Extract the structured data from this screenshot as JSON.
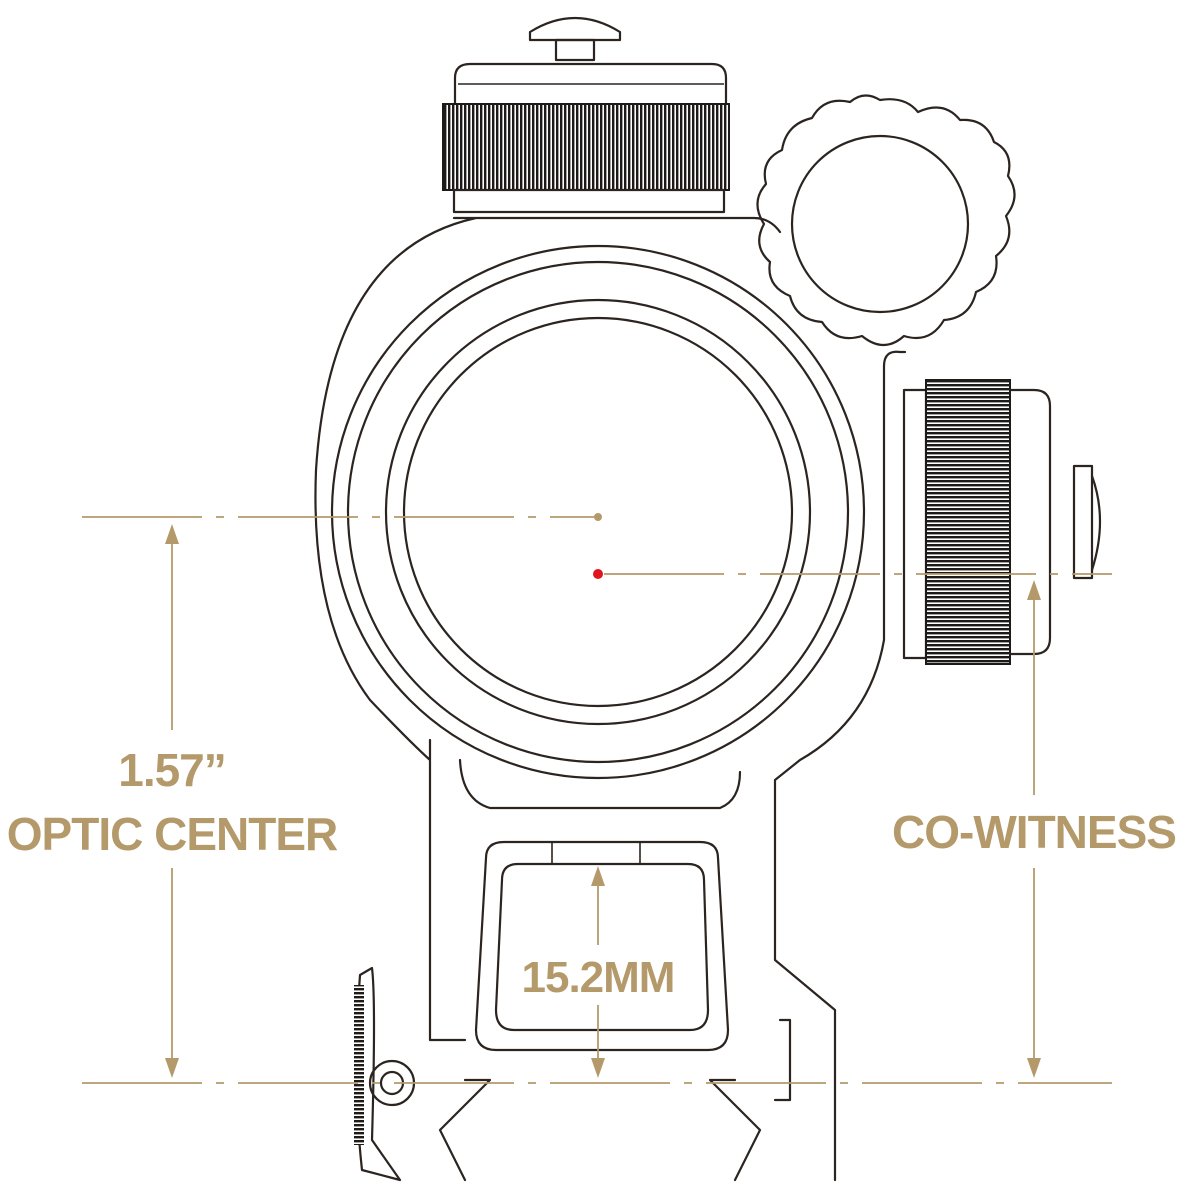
{
  "labels": {
    "height_value": "1.57”",
    "height_caption": "OPTIC CENTER",
    "cowitness": "CO-WITNESS",
    "gap_value": "15.2MM"
  },
  "colors": {
    "dimension": "#b49a6a",
    "outline": "#2b2420",
    "knurl": "#1e1a18",
    "red_dot": "#e0141e",
    "background": "#ffffff"
  }
}
